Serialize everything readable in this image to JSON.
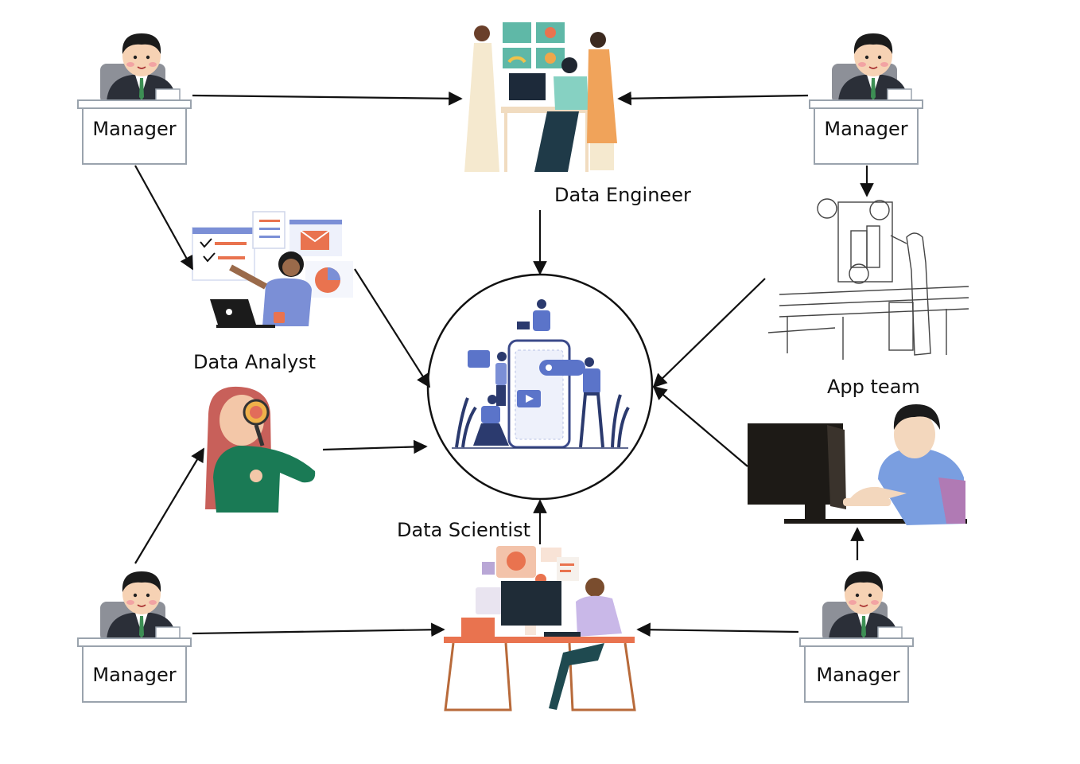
{
  "managers": {
    "top_left": "Manager",
    "top_right": "Manager",
    "bottom_left": "Manager",
    "bottom_right": "Manager"
  },
  "roles": {
    "data_engineer": "Data Engineer",
    "data_analyst": "Data Analyst",
    "data_scientist": "Data Scientist",
    "app_team": "App team"
  },
  "colors": {
    "suit": "#2b2f38",
    "skin": "#f6d2b4",
    "desk_border": "#9aa3ad",
    "accent_blue": "#5b74c9",
    "accent_orange": "#e9734f",
    "accent_teal": "#5fb8a7",
    "green_shirt": "#1a7a55",
    "lavender": "#c9b8e8",
    "monitor": "#1d1a16"
  }
}
